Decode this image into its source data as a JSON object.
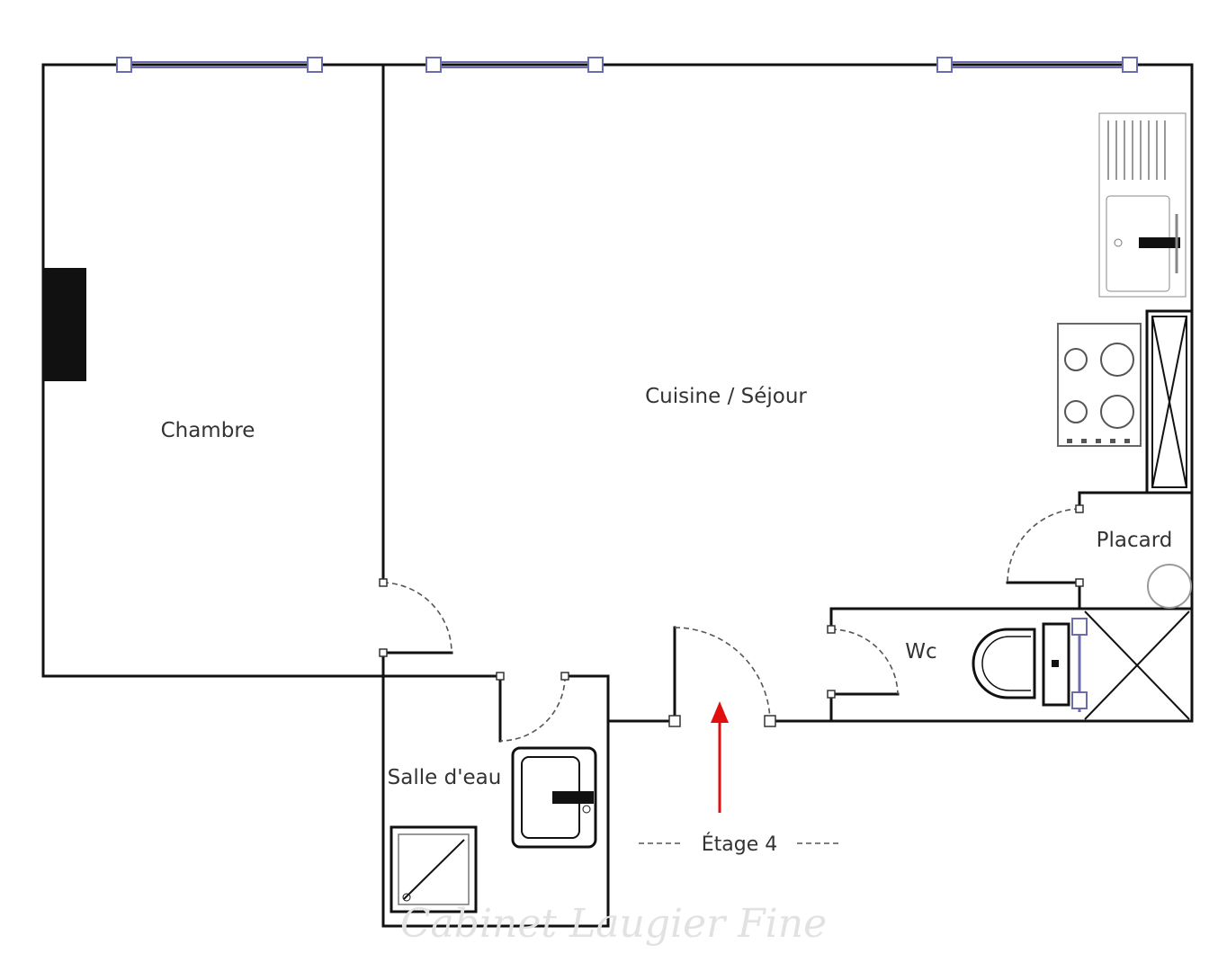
{
  "rooms": {
    "chambre": "Chambre",
    "cuisine_sejour": "Cuisine / Séjour",
    "placard": "Placard",
    "wc": "Wc",
    "salle_deau": "Salle d'eau"
  },
  "floor_label": "Étage 4",
  "watermark": "Cabinet Laugier Fine",
  "colors": {
    "wall": "#111111",
    "window": "#6b6bb0",
    "entrance_arrow": "#e01010"
  }
}
